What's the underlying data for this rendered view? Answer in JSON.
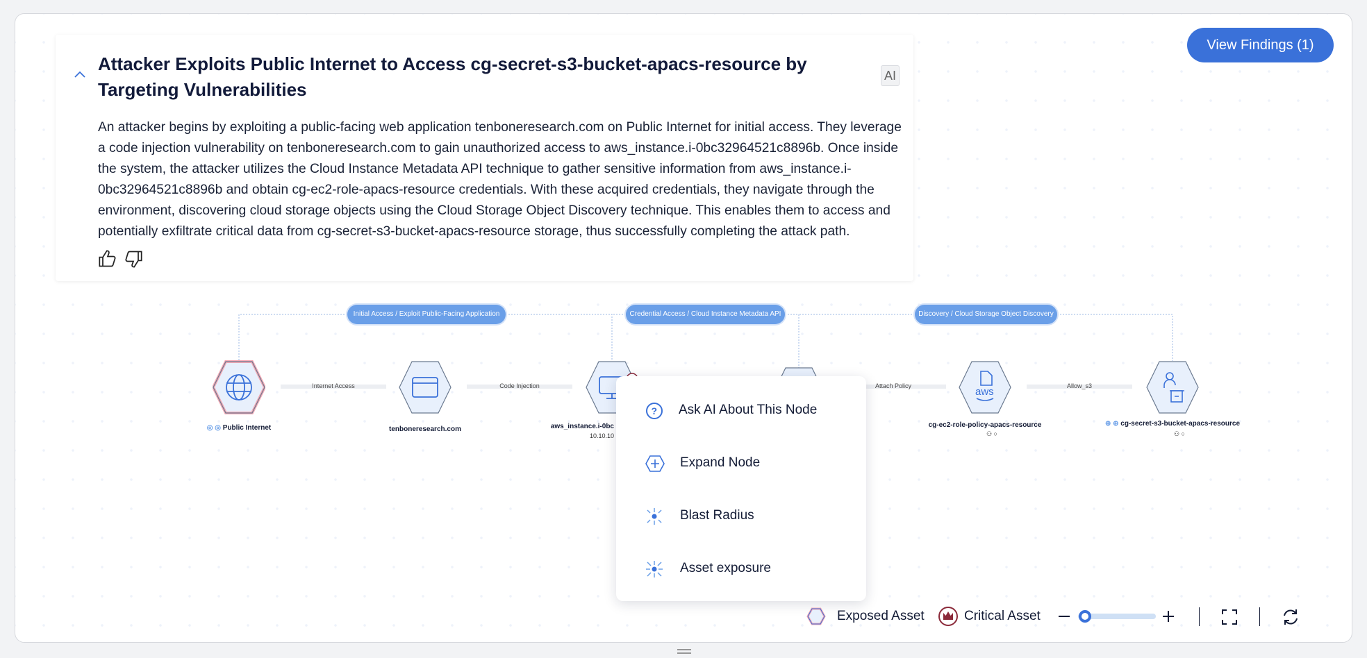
{
  "header": {
    "title": "Attacker Exploits Public Internet to Access cg-secret-s3-bucket-apacs-resource by Targeting Vulnerabilities",
    "ai_badge": "AI",
    "description": "An attacker begins by exploiting a public-facing web application tenboneresearch.com on Public Internet for initial access. They leverage a code injection vulnerability on tenboneresearch.com to gain unauthorized access to aws_instance.i-0bc32964521c8896b. Once inside the system, the attacker utilizes the Cloud Instance Metadata API technique to gather sensitive information from aws_instance.i-0bc32964521c8896b and obtain cg-ec2-role-apacs-resource credentials. With these acquired credentials, they navigate through the environment, discovering cloud storage objects using the Cloud Storage Object Discovery technique. This enables them to access and potentially exfiltrate critical data from cg-secret-s3-bucket-apacs-resource storage, thus successfully completing the attack path."
  },
  "view_findings": "View Findings (1)",
  "tactics": [
    "Initial Access / Exploit Public-Facing Application",
    "Credential Access / Cloud Instance Metadata API",
    "Discovery / Cloud Storage Object Discovery"
  ],
  "nodes": [
    {
      "label": "Public Internet",
      "icon": "globe-icon",
      "exposed": true
    },
    {
      "label": "tenboneresearch.com",
      "icon": "browser-window-icon"
    },
    {
      "label": "aws_instance.i-0bc",
      "sub": "10.10.10",
      "icon": "monitor-icon",
      "critical": true
    },
    {
      "label": "",
      "icon": "hexagon-icon"
    },
    {
      "label": "cg-ec2-role-policy-apacs-resource",
      "icon": "aws-policy-icon"
    },
    {
      "label": "cg-secret-s3-bucket-apacs-resource",
      "icon": "bucket-user-icon"
    }
  ],
  "edges": [
    "Internet Access",
    "Code Injection",
    "",
    "Attach Policy",
    "Allow_s3"
  ],
  "context_menu": [
    "Ask AI About This Node",
    "Expand Node",
    "Blast Radius",
    "Asset exposure"
  ],
  "legend": {
    "exposed": "Exposed Asset",
    "critical": "Critical Asset"
  },
  "zoom": {
    "level": 0.1
  },
  "colors": {
    "accent": "#3a71d9",
    "pill": "#6a9fe8",
    "critical": "#8b2a3a",
    "exposed": "#f0a0b0"
  }
}
